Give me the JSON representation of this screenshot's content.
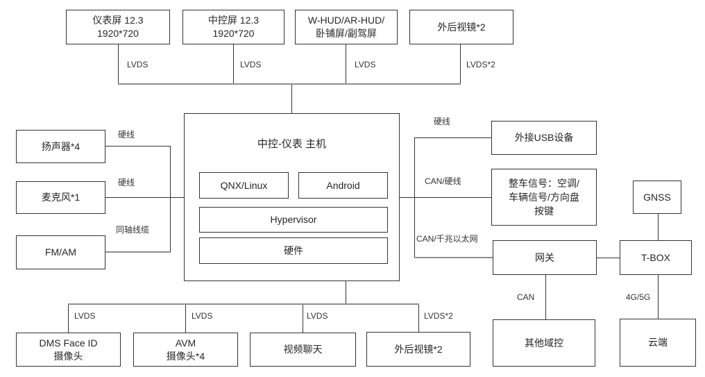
{
  "nodes": {
    "instrument_screen": {
      "line1": "仪表屏 12.3",
      "line2": "1920*720"
    },
    "center_screen": {
      "line1": "中控屏 12.3",
      "line2": "1920*720"
    },
    "hud": {
      "line1": "W-HUD/AR-HUD/",
      "line2": "卧铺屏/副驾屏"
    },
    "mirror_top": {
      "label": "外后视镜*2"
    },
    "host": {
      "title": "中控-仪表 主机",
      "qnx": "QNX/Linux",
      "android": "Android",
      "hypervisor": "Hypervisor",
      "hardware": "硬件"
    },
    "speaker": {
      "label": "扬声器*4"
    },
    "mic": {
      "label": "麦克风*1"
    },
    "fm_am": {
      "label": "FM/AM"
    },
    "usb": {
      "label": "外接USB设备"
    },
    "vehicle_signal": {
      "line1": "整车信号：空调/",
      "line2": "车辆信号/方向盘",
      "line3": "按键"
    },
    "gateway": {
      "label": "网关"
    },
    "gnss": {
      "label": "GNSS"
    },
    "tbox": {
      "label": "T-BOX"
    },
    "cloud": {
      "label": "云端"
    },
    "dms": {
      "line1": "DMS Face ID",
      "line2": "摄像头"
    },
    "avm": {
      "line1": "AVM",
      "line2": "摄像头*4"
    },
    "video_chat": {
      "label": "视频聊天"
    },
    "mirror_bottom": {
      "label": "外后视镜*2"
    },
    "other_domain": {
      "label": "其他域控"
    }
  },
  "edge_labels": {
    "top_lvds_1": "LVDS",
    "top_lvds_2": "LVDS",
    "top_lvds_3": "LVDS",
    "top_lvds_4": "LVDS*2",
    "left_hard_1": "硬线",
    "left_hard_2": "硬线",
    "left_coax": "同轴线缆",
    "right_hard": "硬线",
    "right_can_hard": "CAN/硬线",
    "right_can_eth": "CAN/千兆以太网",
    "gateway_can": "CAN",
    "tbox_4g5g": "4G/5G",
    "bottom_lvds_1": "LVDS",
    "bottom_lvds_2": "LVDS",
    "bottom_lvds_3": "LVDS",
    "bottom_lvds_4": "LVDS*2"
  },
  "colors": {
    "background": "#ffffff",
    "border": "#333333",
    "text": "#262626",
    "bus_line": "#8f8f8f"
  }
}
